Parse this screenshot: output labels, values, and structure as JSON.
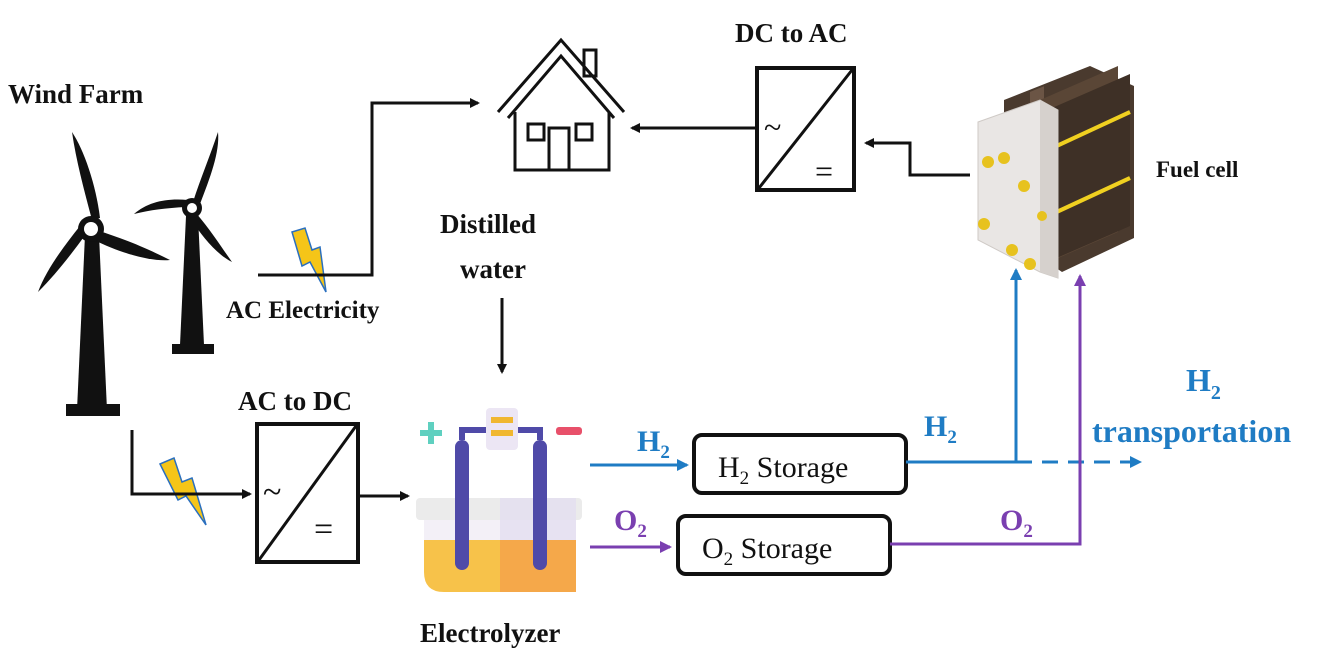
{
  "labels": {
    "wind_farm": "Wind Farm",
    "ac_electricity": "AC Electricity",
    "ac_to_dc": "AC to DC",
    "dc_to_ac": "DC to AC",
    "distilled_water_line1": "Distilled",
    "distilled_water_line2": "water",
    "fuel_cell": "Fuel cell",
    "electrolyzer": "Electrolyzer",
    "h2_storage": "H",
    "h2_storage_sub": "2",
    "h2_storage_suffix": " Storage",
    "o2_storage": "O",
    "o2_storage_sub": "2",
    "o2_storage_suffix": " Storage",
    "h2_out": "H",
    "h2_out_sub": "2",
    "o2_out": "O",
    "o2_out_sub": "2",
    "h2_to_fc": "H",
    "h2_to_fc_sub": "2",
    "o2_to_fc": "O",
    "o2_to_fc_sub": "2",
    "h2_transport_line1": "H",
    "h2_transport_line1_sub": "2",
    "h2_transport_line2": "transportation",
    "converter_ac_symbol": "~",
    "converter_dc_symbol": "="
  },
  "colors": {
    "hydrogen": "#1f7cc4",
    "oxygen": "#7a3fb0",
    "line": "#111111",
    "bolt": "#f5c518",
    "fuel_cell_plate": "#e9e6e4",
    "fuel_cell_stack": "#5a4636"
  }
}
